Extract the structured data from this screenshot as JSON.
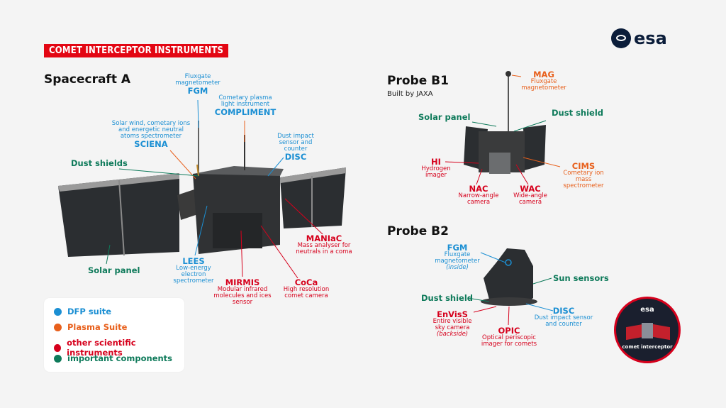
{
  "banner": "COMET INTERCEPTOR INSTRUMENTS",
  "logo": "esa",
  "spacecraft_a": {
    "title": "Spacecraft A",
    "fgm": {
      "desc": "Fluxgate magnetometer",
      "name": "FGM"
    },
    "compliment": {
      "desc": "Cometary plasma light instrument",
      "name": "COMPLIMENT"
    },
    "sciena": {
      "desc": "Solar wind, cometary ions and energetic neutral atoms spectrometer",
      "name": "SCIENA"
    },
    "disc": {
      "desc": "Dust impact sensor and counter",
      "name": "DISC"
    },
    "dust_shields": "Dust shields",
    "solar_panel": "Solar panel",
    "lees": {
      "name": "LEES",
      "desc": "Low-energy electron spectrometer"
    },
    "mirmis": {
      "name": "MIRMIS",
      "desc": "Modular infrared molecules and ices sensor"
    },
    "coca": {
      "name": "CoCa",
      "desc": "High resolution comet camera"
    },
    "maniac": {
      "name": "MANIaC",
      "desc": "Mass analyser for neutrals in a coma"
    }
  },
  "probe_b1": {
    "title": "Probe B1",
    "subtitle": "Built by JAXA",
    "mag": {
      "name": "MAG",
      "desc": "Fluxgate magnetometer"
    },
    "solar_panel": "Solar panel",
    "dust_shield": "Dust shield",
    "hi": {
      "name": "HI",
      "desc": "Hydrogen imager"
    },
    "cims": {
      "name": "CIMS",
      "desc": "Cometary ion mass spectrometer"
    },
    "nac": {
      "name": "NAC",
      "desc": "Narrow-angle camera"
    },
    "wac": {
      "name": "WAC",
      "desc": "Wide-angle camera"
    }
  },
  "probe_b2": {
    "title": "Probe B2",
    "fgm": {
      "name": "FGM",
      "desc": "Fluxgate magnetometer",
      "note": "(inside)"
    },
    "sun_sensors": "Sun sensors",
    "dust_shield": "Dust shield",
    "envis": {
      "name": "EnVisS",
      "desc": "Entire visible sky camera",
      "note": "(backside)"
    },
    "disc": {
      "name": "DISC",
      "desc": "Dust impact sensor and counter"
    },
    "opic": {
      "name": "OPIC",
      "desc": "Optical periscopic imager for comets"
    }
  },
  "legend": [
    {
      "label": "DFP suite",
      "color": "#1b8fd3"
    },
    {
      "label": "Plasma Suite",
      "color": "#e8601c"
    },
    {
      "label": "other scientific instruments",
      "color": "#d6001c"
    },
    {
      "label": "important components",
      "color": "#0e7a5a"
    }
  ],
  "patch": {
    "logo": "esa",
    "text": "comet interceptor"
  },
  "colors": {
    "dfp": "#1b8fd3",
    "plasma": "#e8601c",
    "science": "#d6001c",
    "component": "#0e7a5a",
    "banner": "#e30613"
  }
}
